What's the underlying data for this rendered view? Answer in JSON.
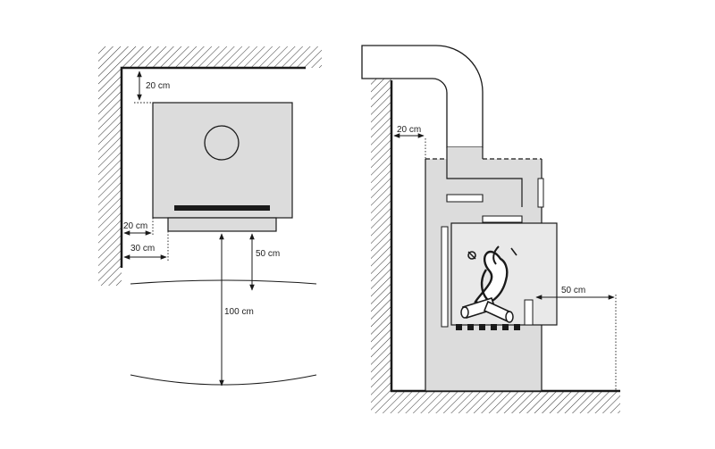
{
  "top_view": {
    "dim_back": "20 cm",
    "dim_side_inner": "20 cm",
    "dim_side_outer": "30 cm",
    "dim_front_near": "50 cm",
    "dim_front_far": "100 cm"
  },
  "side_view": {
    "dim_back": "20 cm",
    "dim_front": "50 cm"
  }
}
